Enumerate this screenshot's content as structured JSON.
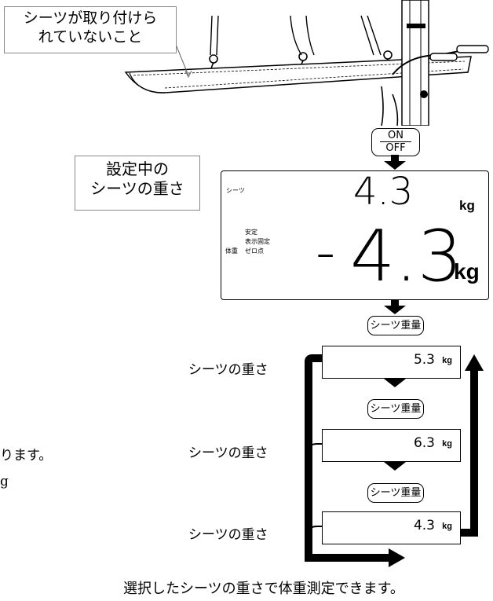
{
  "callout_no_sheet": [
    "シーツが取り付けら",
    "れていないこと"
  ],
  "callout_setting": [
    "設定中の",
    "シーツの重さ"
  ],
  "on_off_key": {
    "top": "ON",
    "bottom": "OFF"
  },
  "display": {
    "sheet_label": "シーツ",
    "sheet_value": "4.3",
    "sheet_unit": "kg",
    "indicators": [
      "安定",
      "表示固定",
      "ゼロ点"
    ],
    "weight_label": "体重",
    "weight_sign": "-",
    "weight_value": "4.3",
    "weight_unit": "kg"
  },
  "sheet_weight_key": "シーツ重量",
  "sheet_weight_label": "シーツの重さ",
  "cycle_values": [
    "5.3",
    "6.3",
    "4.3"
  ],
  "cycle_unit": "kg",
  "left_fragment_1": "ります。",
  "left_fragment_2": "g",
  "footer": "選択したシーツの重さで体重測定できます。"
}
